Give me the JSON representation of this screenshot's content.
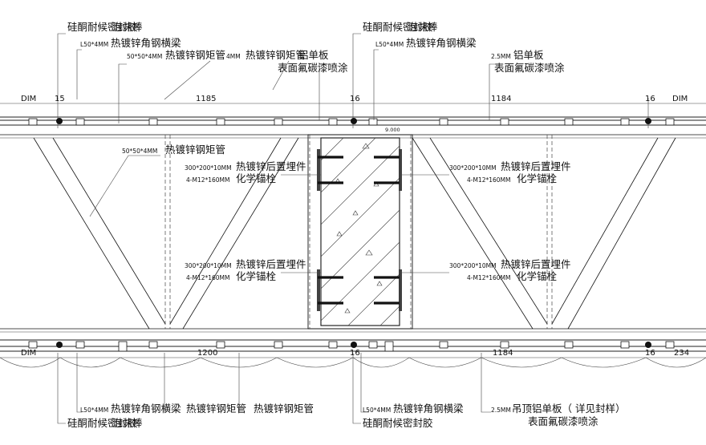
{
  "top_labels": {
    "sealant_left": "硅酮耐候密封胶",
    "foam_rod_left": "泡沫棒",
    "angle_left_spec": "L50*4MM",
    "angle_left_name": "热镀锌角钢横梁",
    "tube_spec_top": "50*50*4MM",
    "tube_name_top": "热镀锌钢矩管",
    "tube_spec_top2": "4MM",
    "tube_name_top2": "热镀锌钢矩管",
    "alu_name_top_mid": "铝单板",
    "coat_top_mid": "表面氟碳漆喷涂",
    "sealant_right": "硅酮耐候密封胶",
    "foam_rod_right": "泡沫棒",
    "angle_right_spec": "L50*4MM",
    "angle_right_name": "热镀锌角钢横梁",
    "alu_right_spec": "2.5MM",
    "alu_right_name": "铝单板",
    "coat_right": "表面氟碳漆喷涂"
  },
  "dimensions_top": [
    "DIM",
    "15",
    "1185",
    "16",
    "1184",
    "16",
    "DIM"
  ],
  "dimensions_bottom": [
    "DIM",
    "1200",
    "16",
    "1184",
    "16",
    "234"
  ],
  "middle_labels": {
    "tube_spec_mid": "50*50*4MM",
    "tube_name_mid": "热镀锌钢矩管",
    "level": "9.000",
    "plate_spec": "300*200*10MM",
    "plate_name": "热镀锌后置埋件",
    "bolt_spec": "4-M12*160MM",
    "bolt_name": "化学锚栓"
  },
  "bottom_labels": {
    "angle_spec": "L50*4MM",
    "angle_name": "热镀锌角钢横梁",
    "tube_name_1": "热镀锌钢矩管",
    "tube_name_2": "热镀锌钢矩管",
    "sealant_left": "硅酮耐候密封胶",
    "foam_rod_left": "泡沫棒",
    "angle_right_spec": "L50*4MM",
    "angle_right_name": "热镀锌角钢横梁",
    "sealant_right": "硅酮耐候密封胶",
    "alu_spec": "2.5MM",
    "alu_name": "吊顶铝单板（ 详见封样）",
    "coat": "表面氟碳漆喷涂"
  }
}
